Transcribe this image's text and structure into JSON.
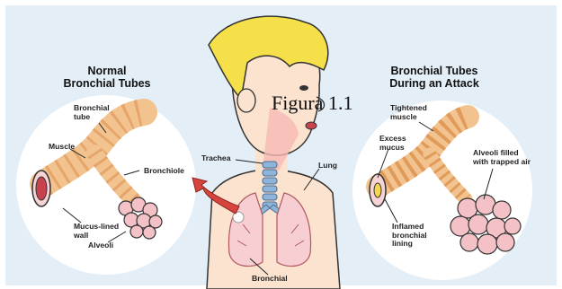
{
  "figure_caption": "Figura 1.1",
  "left_panel": {
    "heading_line1": "Normal",
    "heading_line2": "Bronchial Tubes",
    "labels": {
      "bronchial_tube_1": "Bronchial",
      "bronchial_tube_2": "tube",
      "muscle": "Muscle",
      "bronchiole": "Bronchiole",
      "mucus_lined_1": "Mucus-lined",
      "mucus_lined_2": "wall",
      "alveoli": "Alveoli"
    }
  },
  "center_figure": {
    "labels": {
      "trachea": "Trachea",
      "lung": "Lung",
      "bronchial": "Bronchial"
    }
  },
  "right_panel": {
    "heading_line1": "Bronchial Tubes",
    "heading_line2": "During an Attack",
    "labels": {
      "tightened_1": "Tightened",
      "tightened_2": "muscle",
      "excess_1": "Excess",
      "excess_2": "mucus",
      "alveoli_filled_1": "Alveoli filled",
      "alveoli_filled_2": "with trapped air",
      "inflamed_1": "Inflamed",
      "inflamed_2": "bronchial",
      "inflamed_3": "lining"
    }
  },
  "colors": {
    "panel_bg": "#e3eef7",
    "circle_bg": "#ffffff",
    "tube_outer": "#f2c38f",
    "tube_inner": "#f7d3d5",
    "lumen": "#c9434f",
    "alveoli": "#f4c2c6",
    "hair": "#f6e04a",
    "skin": "#fbe3cf",
    "trachea": "#8fb4d9",
    "arrow": "#d7443e"
  }
}
